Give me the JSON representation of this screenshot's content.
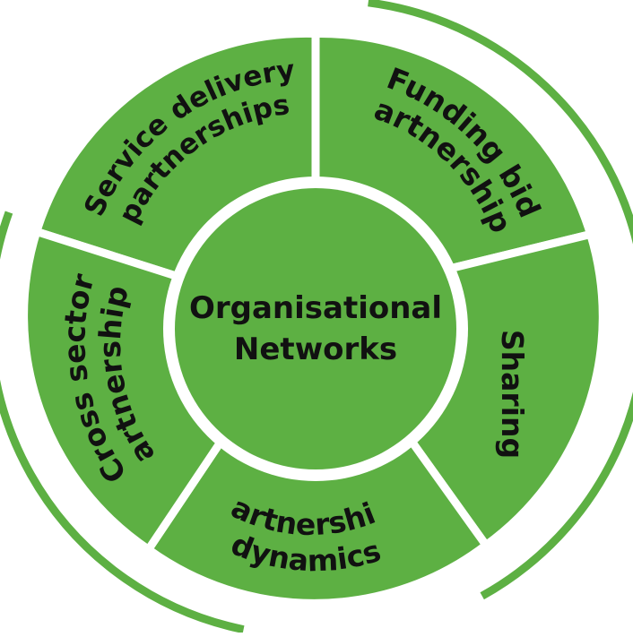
{
  "diagram": {
    "center": {
      "line1": "Organisational",
      "line2": "Networks"
    },
    "segments": [
      {
        "id": "service-delivery",
        "line1": "Service delivery",
        "line2": "partnerships"
      },
      {
        "id": "funding-bid",
        "line1": "Funding bid",
        "line2": "partnerships"
      },
      {
        "id": "sharing",
        "line1": "Sharing"
      },
      {
        "id": "partnership-dynamics",
        "line1": "Partnership",
        "line2": "dynamics"
      },
      {
        "id": "cross-sector",
        "line1": "Cross sector",
        "line2": "partnerships"
      }
    ],
    "colors": {
      "green": "#5db043",
      "white": "#ffffff",
      "text": "#111111"
    }
  }
}
